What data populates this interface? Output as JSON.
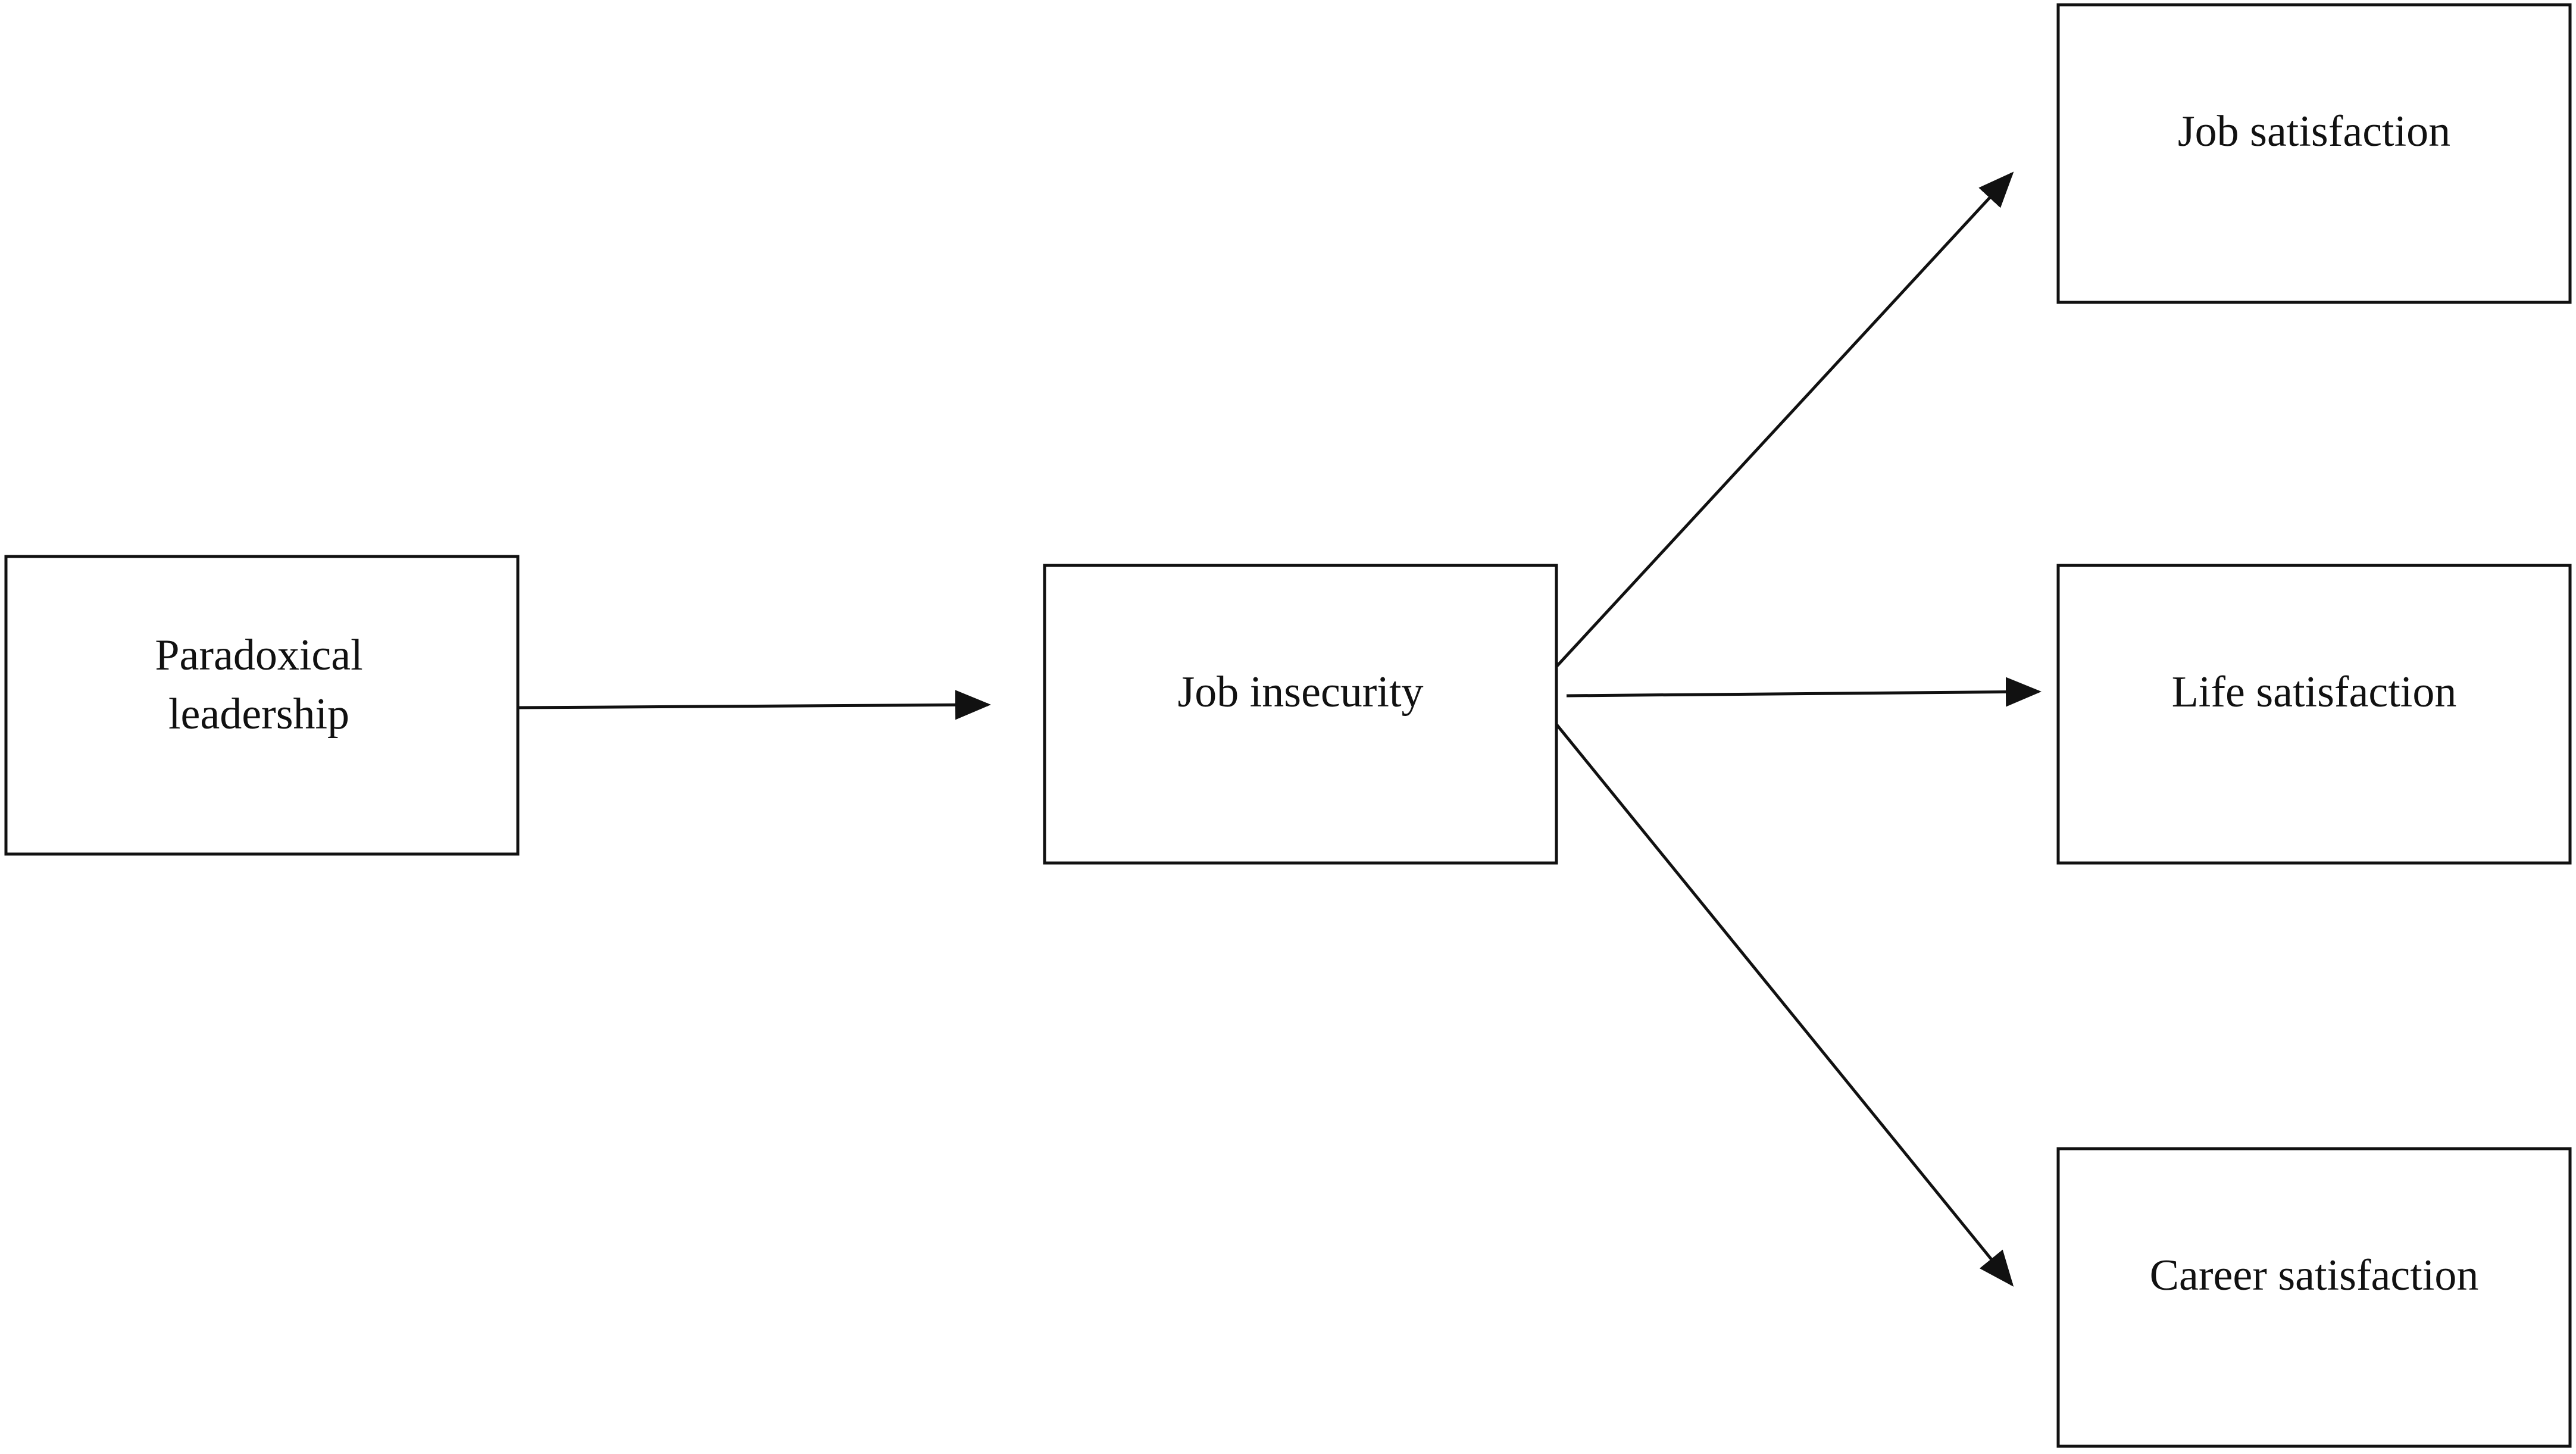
{
  "diagram": {
    "nodes": {
      "paradoxical_leadership": {
        "line1": "Paradoxical",
        "line2": "leadership"
      },
      "job_insecurity": {
        "label": "Job insecurity"
      },
      "job_satisfaction": {
        "label": "Job satisfaction"
      },
      "life_satisfaction": {
        "label": "Life satisfaction"
      },
      "career_satisfaction": {
        "label": "Career satisfaction"
      }
    },
    "edges": [
      {
        "from": "Paradoxical leadership",
        "to": "Job insecurity"
      },
      {
        "from": "Job insecurity",
        "to": "Job satisfaction"
      },
      {
        "from": "Job insecurity",
        "to": "Life satisfaction"
      },
      {
        "from": "Job insecurity",
        "to": "Career satisfaction"
      }
    ],
    "colors": {
      "stroke": "#111111",
      "background": "#ffffff"
    }
  }
}
